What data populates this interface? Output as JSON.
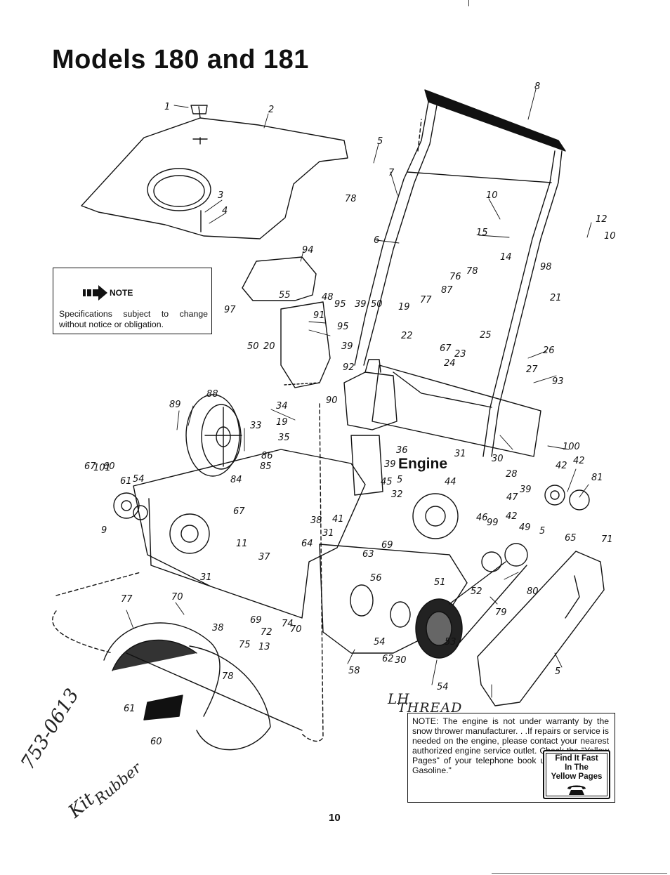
{
  "page": {
    "title": "Models 180 and 181",
    "page_number": "10"
  },
  "note_box": {
    "icon": "right-arrow-icon",
    "label": "NOTE",
    "text": "Specifications subject to change without notice or obligation."
  },
  "engine_label": "Engine",
  "warranty_note": {
    "text": "NOTE: The engine is not under warranty by the snow thrower manufacturer. . .If repairs or service is needed on the engine, please contact your nearest authorized engine service outlet. Check the \"Yellow Pages\" of your telephone book under \"Engines—Gasoline.\"",
    "badge_line1": "Find It Fast",
    "badge_line2": "In The",
    "badge_line3": "Yellow Pages",
    "badge_icon": "telephone-icon"
  },
  "handwritten": {
    "lh": "LH",
    "thread": "THREAD",
    "code": "753-0613",
    "kit": "Kit",
    "rubber": "Rubber"
  },
  "part_callouts": [
    "1",
    "2",
    "3",
    "4",
    "5",
    "7",
    "78",
    "8",
    "10",
    "15",
    "14",
    "12",
    "10",
    "98",
    "6",
    "94",
    "55",
    "48",
    "95",
    "39",
    "50",
    "97",
    "91",
    "95",
    "39",
    "50",
    "20",
    "19",
    "77",
    "76",
    "78",
    "87",
    "21",
    "22",
    "67",
    "23",
    "24",
    "25",
    "26",
    "27",
    "93",
    "92",
    "90",
    "88",
    "89",
    "33",
    "34",
    "19",
    "35",
    "36",
    "39",
    "45",
    "5",
    "32",
    "31",
    "30",
    "28",
    "100",
    "42",
    "42",
    "81",
    "67",
    "101",
    "60",
    "61",
    "54",
    "9",
    "86",
    "85",
    "84",
    "67",
    "38",
    "31",
    "41",
    "44",
    "47",
    "46",
    "99",
    "42",
    "39",
    "49",
    "5",
    "65",
    "71",
    "11",
    "37",
    "64",
    "63",
    "69",
    "56",
    "31",
    "51",
    "52",
    "80",
    "79",
    "77",
    "70",
    "38",
    "69",
    "72",
    "74",
    "70",
    "75",
    "13",
    "78",
    "61",
    "60",
    "54",
    "62",
    "30",
    "58",
    "53",
    "54",
    "5"
  ]
}
